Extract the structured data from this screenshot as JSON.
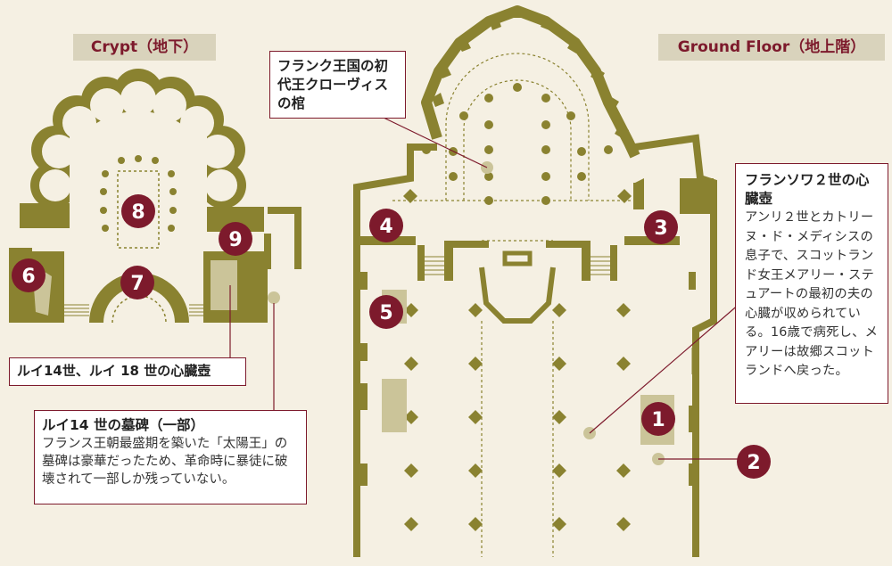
{
  "labels": {
    "crypt": "Crypt（地下）",
    "ground_floor": "Ground Floor（地上階）"
  },
  "callouts": {
    "clovis": {
      "title": "フランク王国の初代王クローヴィスの棺"
    },
    "louis_hearts": {
      "title": "ルイ14世、ルイ 18 世の心臓壺"
    },
    "louis_tomb": {
      "title": "ルイ14 世の墓碑（一部）",
      "text": "フランス王朝最盛期を築いた「太陽王」の墓碑は豪華だったため、革命時に暴徒に破壊されて一部しか残っていない。"
    },
    "francois": {
      "title": "フランソワ２世の心臓壺",
      "text": "アンリ２世とカトリーヌ・ド・メディシスの息子で、スコットランド女王メアリー・ステュアートの最初の夫の心臓が収められている。16歳で病死し、メアリーは故郷スコットランドへ戻った。"
    }
  },
  "markers": [
    "1",
    "2",
    "3",
    "4",
    "5",
    "6",
    "7",
    "8",
    "9"
  ],
  "colors": {
    "wall": "#8a8230",
    "marker": "#7d1a2c",
    "highlight": "#cbc499",
    "background": "#f5f0e3"
  }
}
